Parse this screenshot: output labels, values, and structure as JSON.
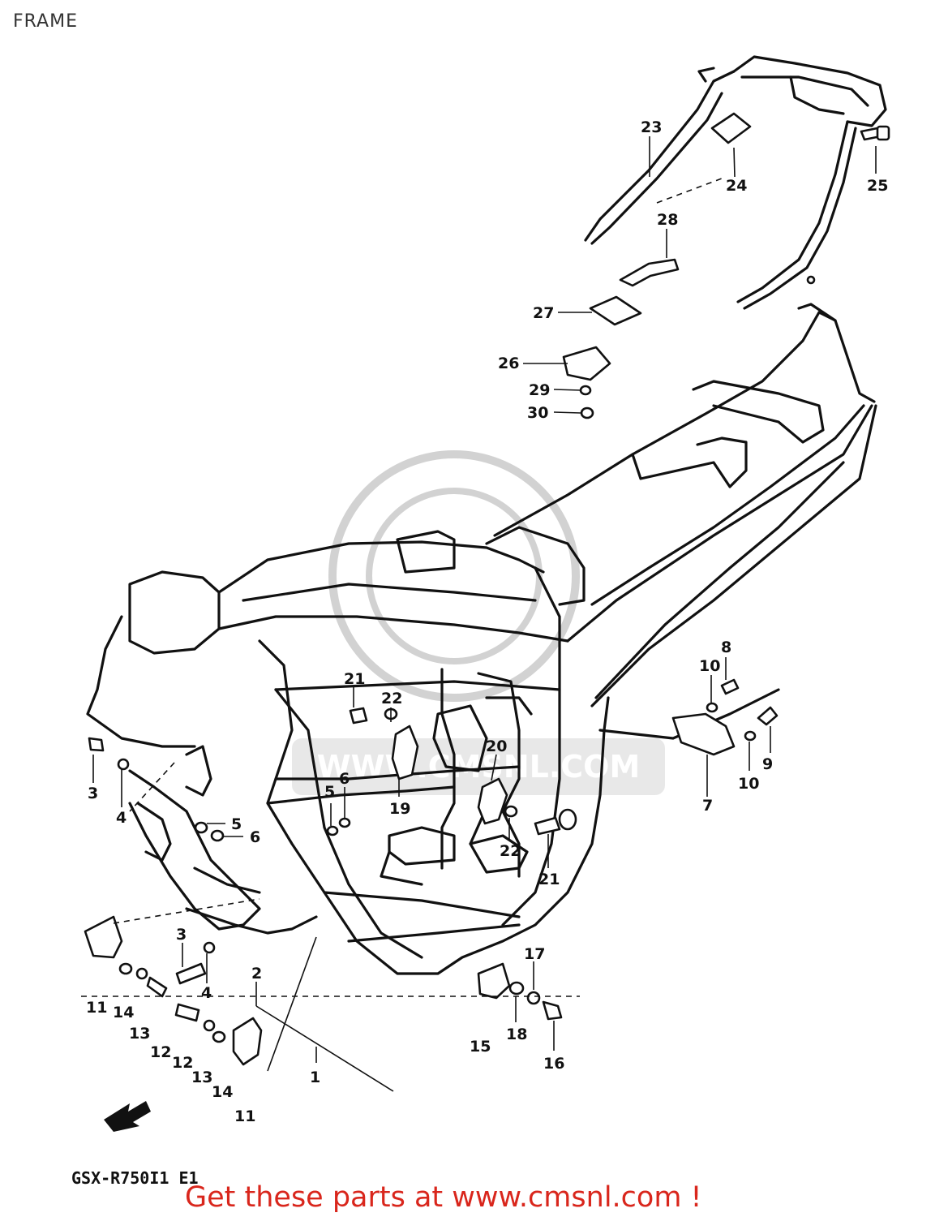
{
  "page_title": "FRAME",
  "model_code": "GSX-R750I1 E1",
  "footer_cta": "Get these parts at www.cmsnl.com !",
  "watermark_text": "WWW.CMSNL.COM",
  "callouts": {
    "p23": "23",
    "p24": "24",
    "p25": "25",
    "p28": "28",
    "p27": "27",
    "p26": "26",
    "p29": "29",
    "p30": "30",
    "p8": "8",
    "p10a": "10",
    "p10b": "10",
    "p9": "9",
    "p7": "7",
    "p21a": "21",
    "p22a": "22",
    "p20": "20",
    "p19": "19",
    "p22b": "22",
    "p21b": "21",
    "p3a": "3",
    "p4a": "4",
    "p5a": "5",
    "p6a": "6",
    "p5b": "5",
    "p6b": "6",
    "p3b": "3",
    "p4b": "4",
    "p2": "2",
    "p17": "17",
    "p18": "18",
    "p16": "16",
    "p15": "15",
    "p1": "1",
    "p11a": "11",
    "p14a": "14",
    "p13a": "13",
    "p12a": "12",
    "p12b": "12",
    "p13b": "13",
    "p14b": "14",
    "p11b": "11"
  }
}
